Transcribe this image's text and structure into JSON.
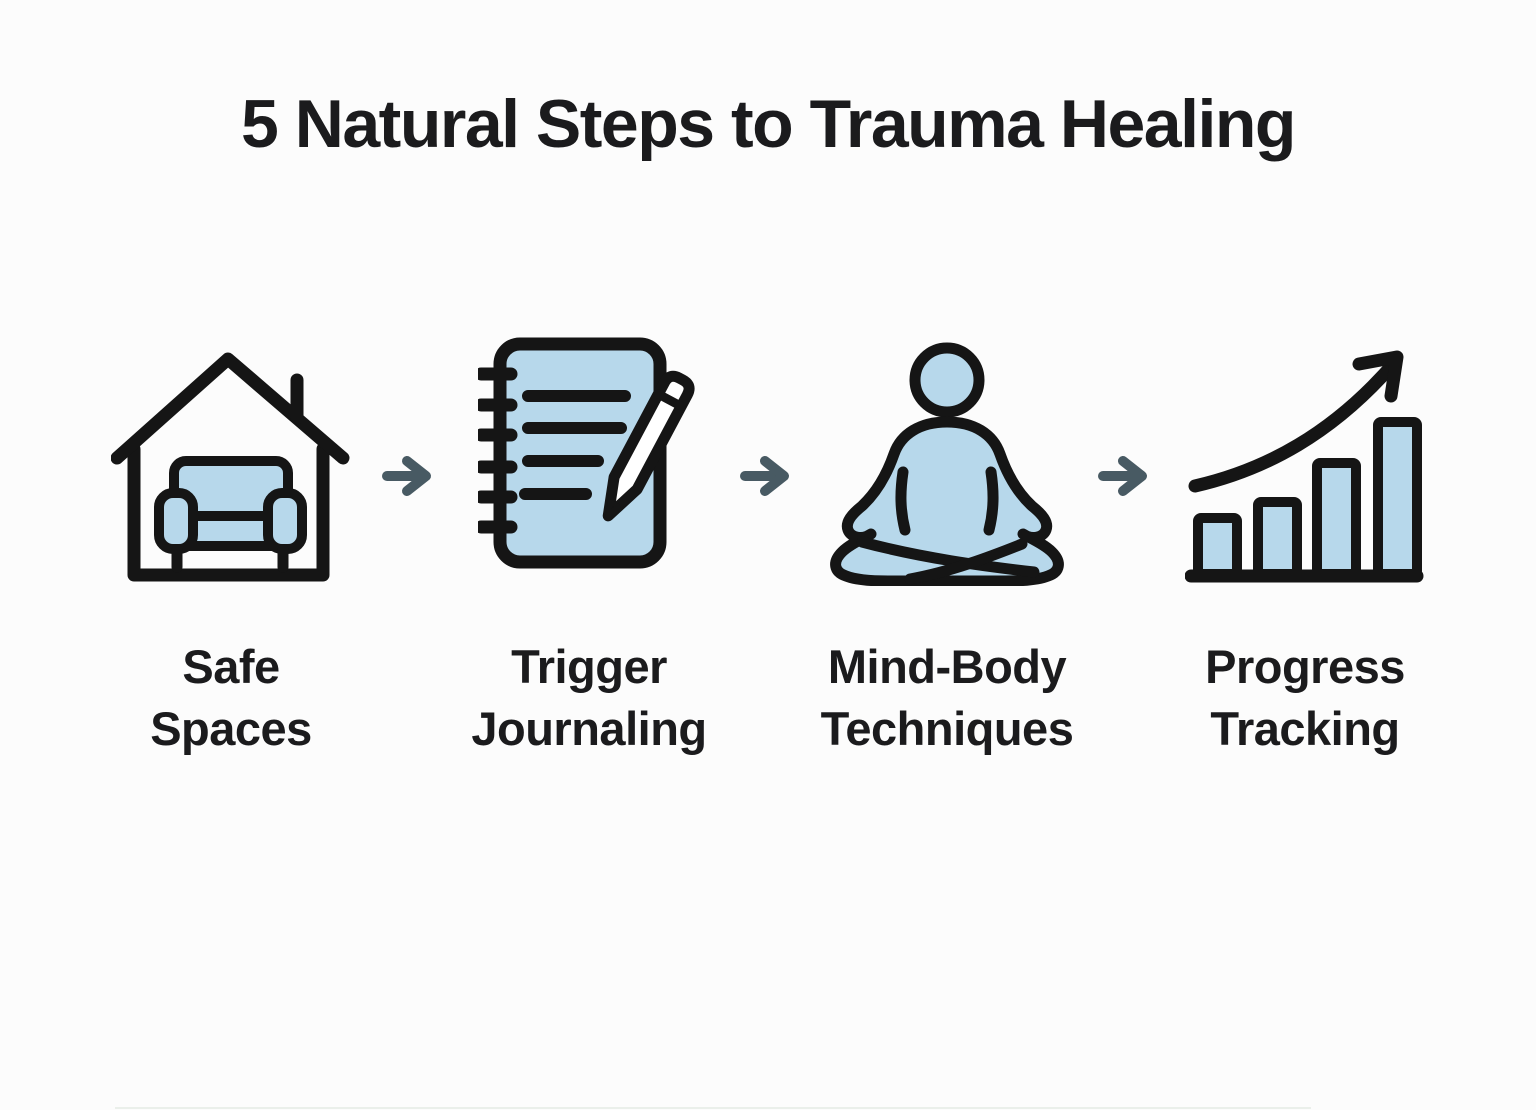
{
  "title": "5 Natural Steps to Trauma Healing",
  "steps": [
    {
      "name": "safe-spaces",
      "icon": "house-with-couch-icon",
      "label_lines": [
        "Safe",
        "Spaces"
      ]
    },
    {
      "name": "trigger-journaling",
      "icon": "notebook-pencil-icon",
      "label_lines": [
        "Trigger",
        "Journaling"
      ]
    },
    {
      "name": "mind-body-techniques",
      "icon": "meditating-person-icon",
      "label_lines": [
        "Mind-Body",
        "Techniques"
      ]
    },
    {
      "name": "progress-tracking",
      "icon": "growth-bar-chart-icon",
      "label_lines": [
        "Progress",
        "Tracking"
      ]
    }
  ],
  "connector": {
    "icon": "right-arrow-icon"
  },
  "colors": {
    "background": "#fcfcfc",
    "text": "#1b1b1d",
    "icon_fill": "#b7d8eb",
    "icon_stroke": "#151515",
    "arrow": "#485a63",
    "footer_line": "#eaefea"
  }
}
